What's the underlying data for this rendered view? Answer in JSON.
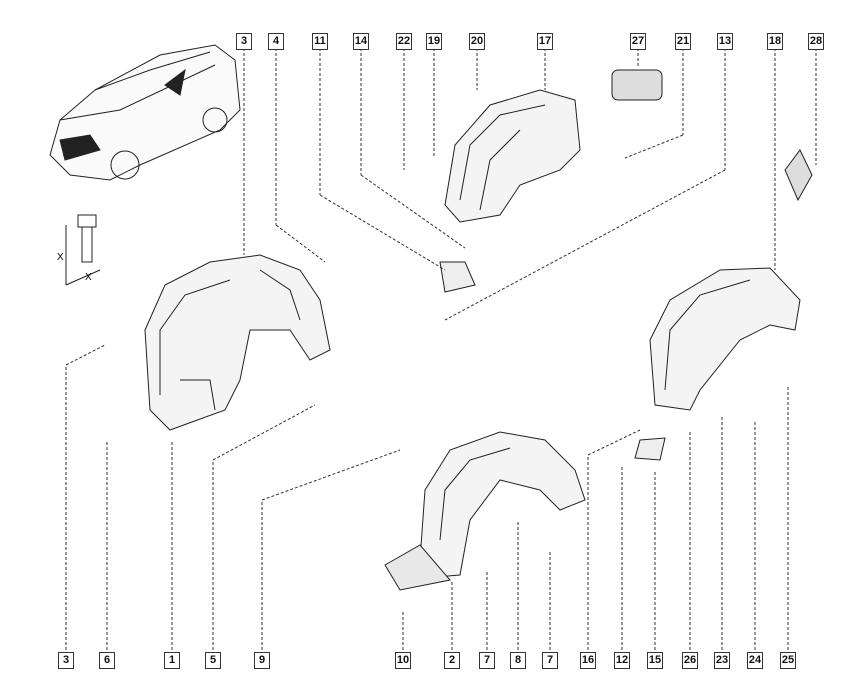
{
  "top_labels": [
    "3",
    "4",
    "11",
    "14",
    "22",
    "19",
    "20",
    "17",
    "27",
    "21",
    "13",
    "18",
    "28"
  ],
  "bottom_labels": [
    "3",
    "6",
    "1",
    "5",
    "9",
    "10",
    "2",
    "7",
    "8",
    "7",
    "16",
    "12",
    "15",
    "26",
    "23",
    "24",
    "25"
  ],
  "dimension_marks": {
    "x1": "X",
    "x2": "X"
  }
}
